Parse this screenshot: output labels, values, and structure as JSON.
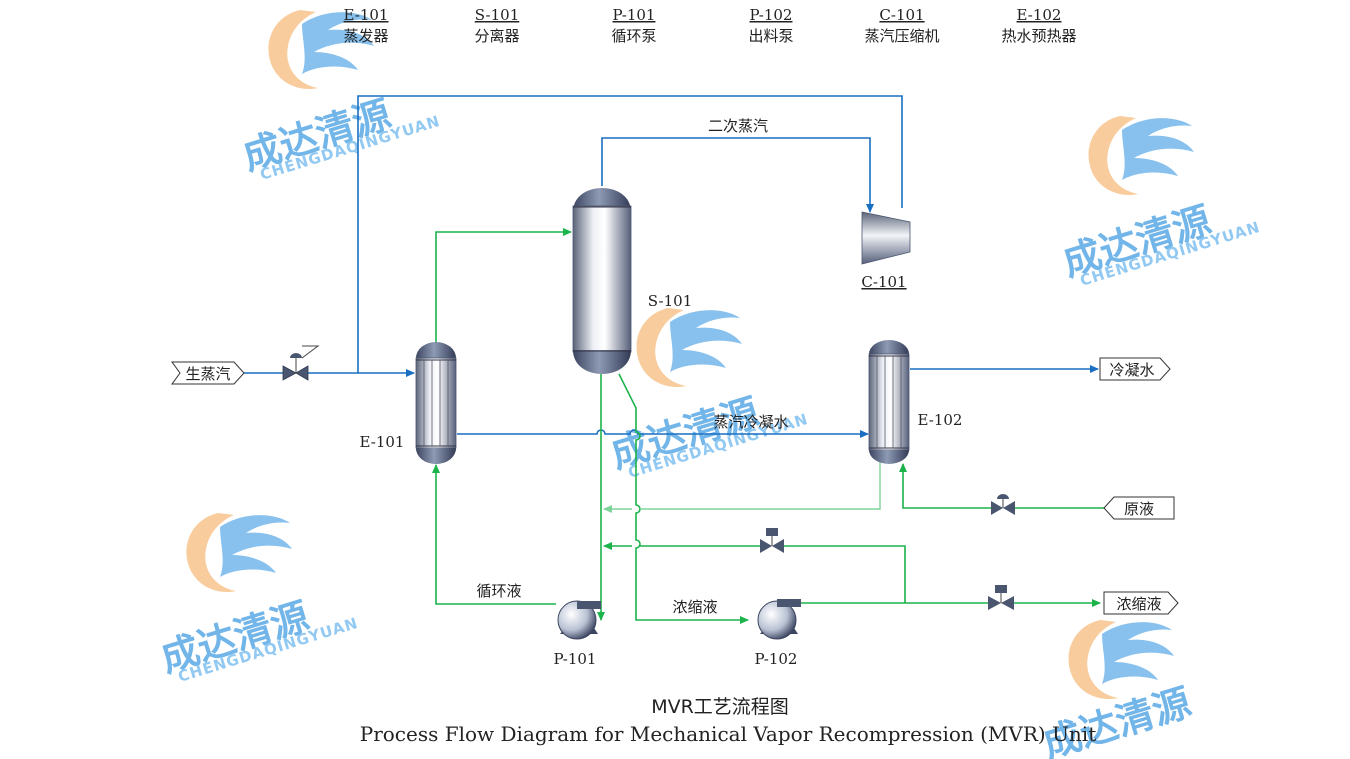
{
  "legend": [
    {
      "code": "E-101",
      "name": "蒸发器"
    },
    {
      "code": "S-101",
      "name": "分离器"
    },
    {
      "code": "P-101",
      "name": "循环泵"
    },
    {
      "code": "P-102",
      "name": "出料泵"
    },
    {
      "code": "C-101",
      "name": "蒸汽压缩机"
    },
    {
      "code": "E-102",
      "name": "热水预热器"
    }
  ],
  "equipment": {
    "evaporator": "E-101",
    "separator": "S-101",
    "circ_pump": "P-101",
    "disch_pump": "P-102",
    "compressor": "C-101",
    "preheater": "E-102"
  },
  "streams": {
    "raw_steam": "生蒸汽",
    "secondary_steam": "二次蒸汽",
    "condensate_water": "冷凝水",
    "steam_condensate": "蒸汽冷凝水",
    "feed": "原液",
    "circulating_liquid": "循环液",
    "concentrate_line": "浓缩液",
    "concentrate_out": "浓缩液"
  },
  "title": {
    "cn": "MVR工艺流程图",
    "en": "Process Flow Diagram for Mechanical Vapor Recompression (MVR) Unit"
  },
  "watermark": {
    "cn": "成达清源",
    "en": "CHENGDAQINGYUAN"
  },
  "colors": {
    "steam_line": "#1a6fc2",
    "liquid_line": "#1cb34a",
    "watermark": "#5aa9e6"
  }
}
